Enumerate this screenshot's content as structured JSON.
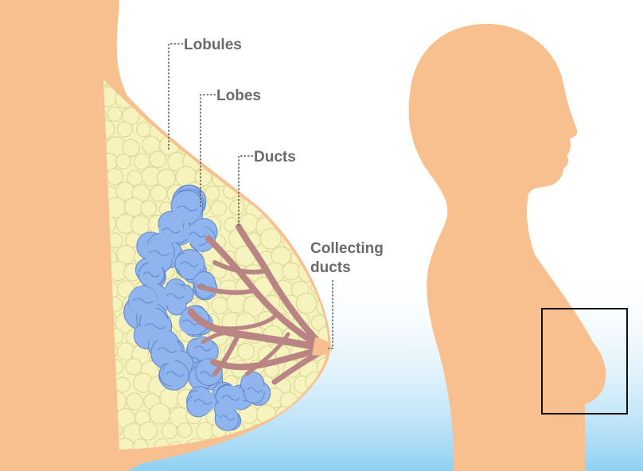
{
  "labels": {
    "lobules": "Lobules",
    "lobes": "Lobes",
    "ducts": "Ducts",
    "collecting_line1": "Collecting",
    "collecting_line2": "ducts"
  },
  "colors": {
    "skin": "#f8c08f",
    "fat_lobules": "#f7f3be",
    "fat_outline": "#ddd79a",
    "lobes": "#8fb4ee",
    "lobe_outline": "#5f86c9",
    "ducts": "#b88484",
    "label_text": "#6a6a6a",
    "leader_line": "#5a5a5a",
    "sky_gradient_bottom": "#8fd0f2",
    "inset_box": "#111111"
  }
}
